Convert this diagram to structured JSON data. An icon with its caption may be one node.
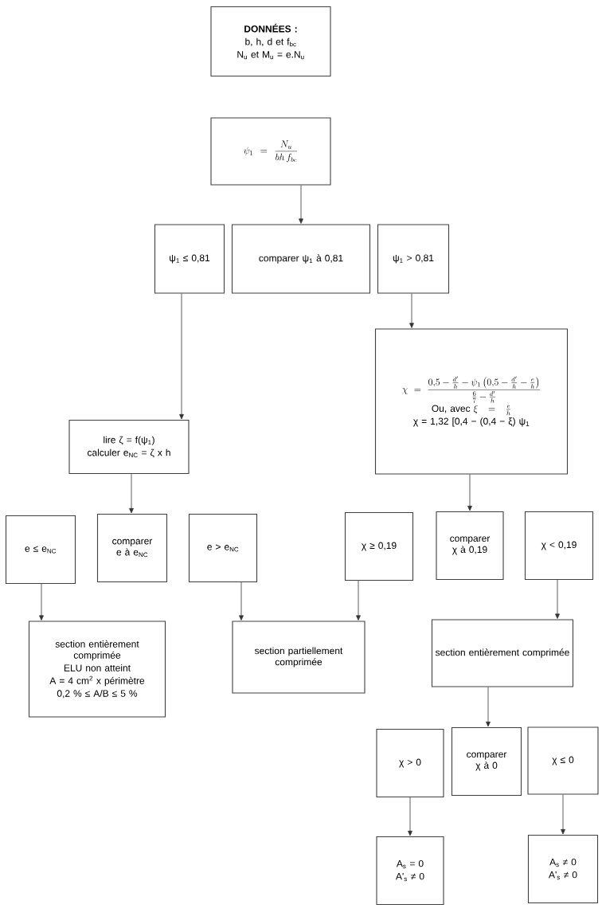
{
  "diagram": {
    "nodes": [
      {
        "text": [
          "DONNÉES :",
          "b, h, d et f$_{bc}$",
          "N$_{u}$ et M$_{u}$ = e.N$_{u}$"
        ]
      },
      {
        "text": [
          "\\psi_1 = \\dfrac{N_u}{bh\\, f_{bc}}"
        ]
      },
      {
        "text": [
          "ψ$_{1}$ ≤ 0,81"
        ]
      },
      {
        "text": [
          "comparer ψ$_{1}$ à 0,81"
        ]
      },
      {
        "text": [
          "ψ$_{1}$ > 0,81"
        ]
      },
      {
        "text": [
          "\\chi = \\dfrac{0{,}5 - \\frac{d'}{h} - \\psi_1 \\left(0{,}5 - \\frac{d'}{h} - \\frac{e}{h}\\right)}{\\frac{6}{7} - \\frac{d'}{h}}",
          "\\text{Ou, avec } \\xi = \\frac{e}{h}",
          "χ = 1,32 [0,4 − (0,4 − ξ) ψ$_{1}$"
        ]
      },
      {
        "text": [
          "lire ζ = f(ψ$_{1}$)",
          "calculer e$_{NC}$ = ζ x h"
        ]
      },
      {
        "text": [
          "e ≤ e$_{NC}$"
        ]
      },
      {
        "text": [
          "comparer e à e$_{NC}$"
        ]
      },
      {
        "text": [
          "e > e$_{NC}$"
        ]
      },
      {
        "text": [
          "section entièrement comprimée",
          "ELU non atteint",
          "A = 4 cm$^{2}$ x périmètre",
          "0,2 % ≤ A/B ≤ 5 %"
        ]
      },
      {
        "text": [
          "section partiellement comprimée"
        ]
      },
      {
        "text": [
          "χ ≥ 0,19"
        ]
      },
      {
        "text": [
          "comparer χ à 0,19"
        ]
      },
      {
        "text": [
          "χ < 0,19"
        ]
      },
      {
        "text": [
          "section entièrement comprimée"
        ]
      },
      {
        "text": [
          "χ > 0"
        ]
      },
      {
        "text": [
          "comparer χ à 0"
        ]
      },
      {
        "text": [
          "χ ≤ 0"
        ]
      },
      {
        "text": [
          "A$_{s}$ = 0",
          "A'$_{s}$ ≠ 0"
        ]
      },
      {
        "text": [
          "A$_{s}$ ≠ 0",
          "A'$_{s}$ ≠ 0"
        ]
      }
    ],
    "edges": [
      {
        "from": 1,
        "to": 3,
        "arrow": "to"
      },
      {
        "from": 2,
        "to": 6,
        "arrow": "to"
      },
      {
        "from": 4,
        "to": 5,
        "arrow": "to"
      },
      {
        "from": 6,
        "to": 8,
        "arrow": "to"
      },
      {
        "from": 5,
        "to": 13,
        "arrow": "to"
      },
      {
        "from": 7,
        "to": 10,
        "arrow": "to"
      },
      {
        "from": 9,
        "to": 11,
        "arrow": "to"
      },
      {
        "from": 12,
        "to": 11,
        "arrow": "to"
      },
      {
        "from": 14,
        "to": 15,
        "arrow": "to"
      },
      {
        "from": 15,
        "to": 17,
        "arrow": "to"
      },
      {
        "from": 16,
        "to": 19,
        "arrow": "to"
      },
      {
        "from": 18,
        "to": 20,
        "arrow": "to"
      }
    ]
  }
}
